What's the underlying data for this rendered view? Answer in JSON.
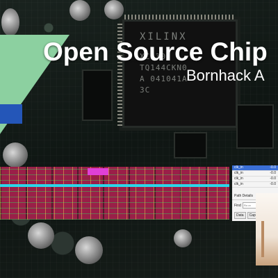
{
  "slide": {
    "title": "Open Source Chip",
    "subtitle": "Bornhack A"
  },
  "chip_marking": {
    "brand": "XILINX",
    "lines": [
      "XCS30",
      "TQ144CKN0",
      "A 041041A",
      "3C"
    ]
  },
  "timing_panel": {
    "rows": [
      {
        "name": "clk_in",
        "value": "-0.0"
      },
      {
        "name": "clk_in",
        "value": "-0.0"
      },
      {
        "name": "clk_in",
        "value": "-0.0"
      },
      {
        "name": "clk_in",
        "value": "-0.0"
      }
    ],
    "section_label": "Path Details",
    "find_label": "Find",
    "find_placeholder": "Fin er",
    "tabs": [
      "Data",
      "Cap"
    ]
  },
  "colors": {
    "ribbon": "#8cd0a0",
    "ribbon_accent": "#2456b8",
    "layout_bg": "#9a1f48",
    "layout_bar": "#2ad6e8",
    "selection": "#3b6fd6"
  }
}
